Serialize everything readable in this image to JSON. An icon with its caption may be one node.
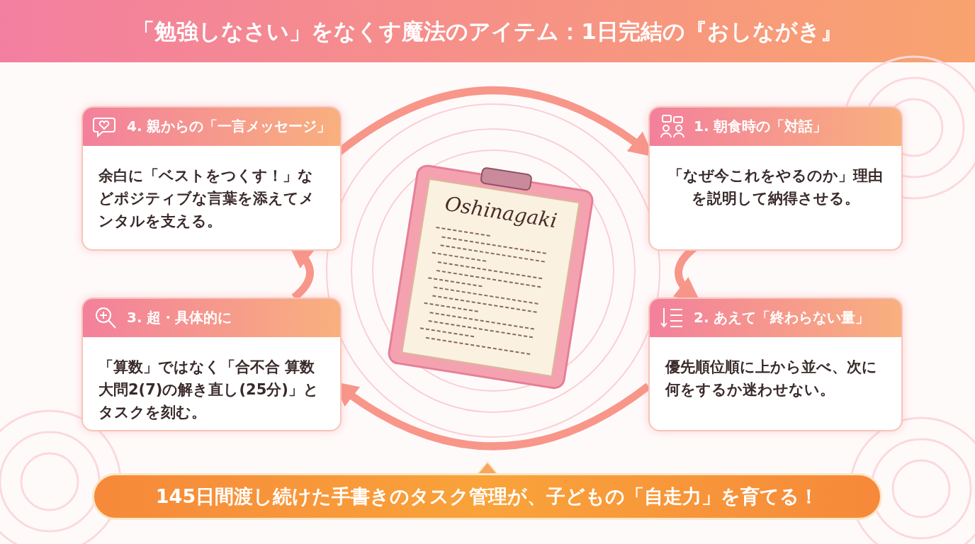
{
  "diagram": {
    "title": "「勉強しなさい」をなくす魔法のアイテム：1日完結の『おしながき』",
    "nodes": [
      {
        "text": [
          "4. 親からの「一言メッセージ」",
          "余白に「ベストをつくす！」などポジティブな言葉を添えてメンタルを支える。"
        ]
      },
      {
        "text": [
          "1. 朝食時の「対話」",
          "「なぜ今これをやるのか」理由を説明して納得させる。"
        ]
      },
      {
        "text": [
          "3. 超・具体的に",
          "「算数」ではなく「合不合 算数大問2(7)の解き直し(25分)」とタスクを刻む。"
        ]
      },
      {
        "text": [
          "2. あえて「終わらない量」",
          "優先順位順に上から並べ、次に何をするか迷わせない。"
        ]
      },
      {
        "text": [
          "Oshinagaki"
        ]
      },
      {
        "text": [
          "145日間渡し続けた手書きのタスク管理が、子どもの「自走力」を育てる！"
        ]
      }
    ],
    "edges": [
      {
        "from": 0,
        "to": 1,
        "arrow": "to"
      },
      {
        "from": 1,
        "to": 3,
        "arrow": "to"
      },
      {
        "from": 3,
        "to": 2,
        "arrow": "to"
      },
      {
        "from": 2,
        "to": 0,
        "arrow": "to"
      }
    ]
  }
}
